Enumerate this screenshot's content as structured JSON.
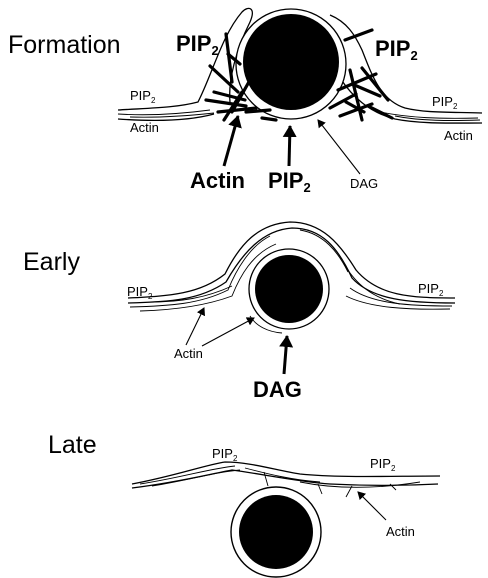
{
  "stages": {
    "formation": "Formation",
    "early": "Early",
    "late": "Late"
  },
  "labels": {
    "pip_base": "PIP",
    "pip_sub": "2",
    "actin": "Actin",
    "dag": "DAG"
  }
}
